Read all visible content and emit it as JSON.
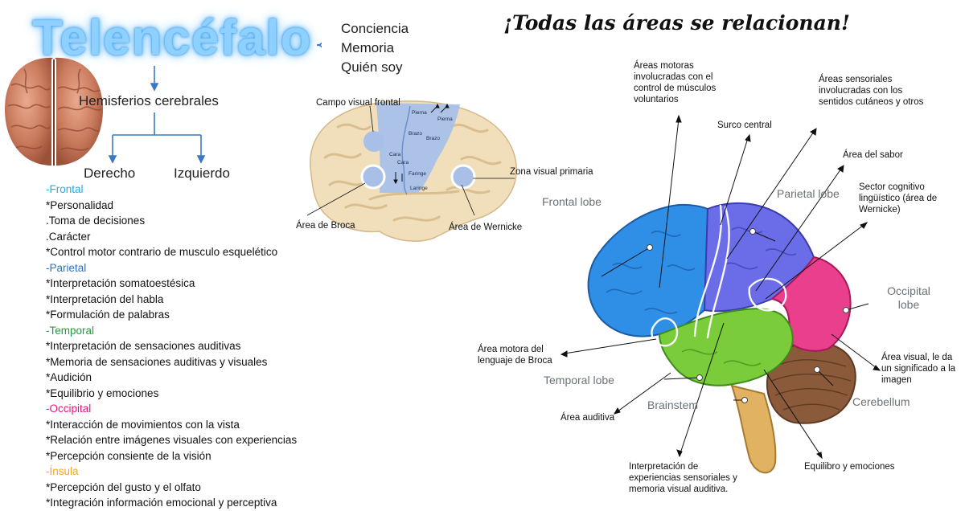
{
  "title": "Telencéfalo",
  "slogan": "¡Todas las áreas se relacionan!",
  "functions": [
    "Conciencia",
    "Memoria",
    "Quién soy"
  ],
  "hemispheres": {
    "label": "Hemisferios cerebrales",
    "right": "Derecho",
    "left": "Izquierdo"
  },
  "lobes": [
    {
      "name": "-Frontal",
      "color": "#1eaaf0",
      "items": [
        "*Personalidad",
        ".Toma de decisiones",
        ".Carácter",
        "*Control motor contrario de musculo esquelético"
      ]
    },
    {
      "name": "-Parietal",
      "color": "#2b6fc7",
      "items": [
        "*Interpretación somatoestésica",
        "*Interpretación del habla",
        "*Formulación de palabras"
      ]
    },
    {
      "name": "-Temporal",
      "color": "#1e9d3c",
      "items": [
        "*Interpretación de sensaciones auditivas",
        "*Memoria de sensaciones auditivas y visuales",
        "*Audición",
        "*Equilibrio y emociones"
      ]
    },
    {
      "name": "-Occipital",
      "color": "#e8137d",
      "items": [
        "*Interacción de movimientos con la vista",
        "*Relación entre imágenes visuales con experiencias",
        "*Percepción consiente de la visión"
      ]
    },
    {
      "name": "-Ínsula",
      "color": "#f2a81d",
      "items": [
        "*Percepción del gusto y el olfato",
        "*Integración información emocional y perceptiva"
      ]
    }
  ],
  "small_brain": {
    "campo": "Campo visual frontal",
    "zona": "Zona visual primaria",
    "broca": "Área de Broca",
    "wernicke": "Área de Wernicke",
    "homunculus": [
      "Pierna",
      "Pierna",
      "Brazo",
      "Brazo",
      "Cara",
      "Cara",
      "Faringe",
      "Laringe"
    ]
  },
  "big_brain": {
    "lobes": {
      "frontal": "Frontal lobe",
      "parietal": "Parietal lobe",
      "occipital": "Occipital lobe",
      "temporal": "Temporal lobe",
      "brainstem": "Brainstem",
      "cerebellum": "Cerebellum"
    },
    "annotations": {
      "motoras": "Áreas motoras involucradas con el control de músculos voluntarios",
      "sensoriales": "Áreas sensoriales involucradas con los sentidos cutáneos y otros",
      "surco": "Surco central",
      "sabor": "Área del sabor",
      "cognitivo": "Sector cognitivo lingüístico (área de Wernicke)",
      "visual": "Área visual, le da un significado a la imagen",
      "motora_broca": "Área motora del lenguaje de Broca",
      "auditiva": "Área auditiva",
      "interpretacion": "Interpretación de experiencias sensoriales y memoria visual auditiva.",
      "equilibrio": "Equilibro y emociones"
    }
  },
  "colors": {
    "frontal": "#2f8fe6",
    "parietal": "#6a6ce8",
    "occipital": "#ea3f8c",
    "temporal": "#7acc3a",
    "cerebellum": "#8a5a3a",
    "brainstem": "#e0b262",
    "small_brain": "#f1deba",
    "motor_strip": "#a8c0e8",
    "title_glow": "#3da4f0"
  }
}
